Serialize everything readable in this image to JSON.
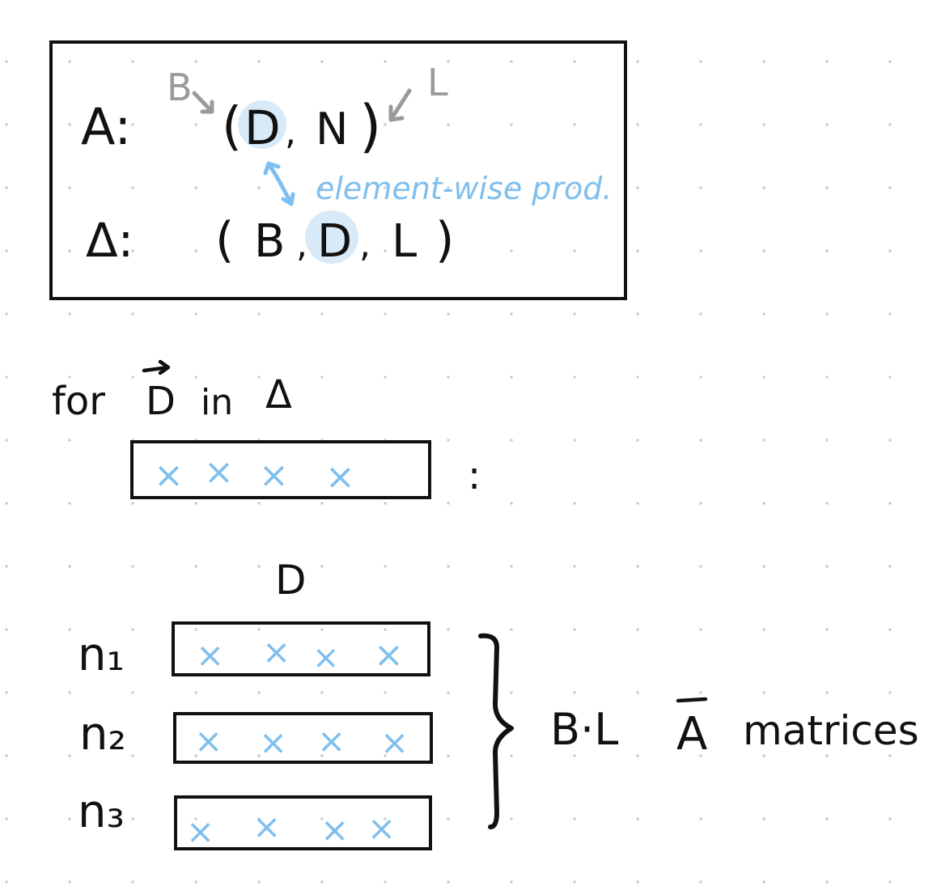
{
  "top_box": {
    "row1_label": "A:",
    "row1_open": "(",
    "row1_d": "D",
    "row1_sep": ",",
    "row1_n": "N",
    "row1_close": ")",
    "note_b": "B",
    "note_l": "L",
    "note_elementwise": "element-wise prod.",
    "row2_label": "Δ:",
    "row2_open": "(",
    "row2_b": "B",
    "row2_sep1": ",",
    "row2_d": "D",
    "row2_sep2": ",",
    "row2_l": "L",
    "row2_close": ")"
  },
  "loop": {
    "for": "for",
    "vec_d": "D",
    "in": "in",
    "delta": "Δ",
    "colon": ":",
    "vector_marks": [
      "×",
      "×",
      "×",
      "×"
    ]
  },
  "matrices": {
    "column_label": "D",
    "rows": [
      {
        "label": "n₁",
        "marks": [
          "×",
          "×",
          "×",
          "×"
        ]
      },
      {
        "label": "n₂",
        "marks": [
          "×",
          "×",
          "×",
          "×"
        ]
      },
      {
        "label": "n₃",
        "marks": [
          "×",
          "×",
          "×",
          "×"
        ]
      }
    ],
    "brace_label_bl": "B·L",
    "brace_label_abar": "A",
    "brace_label_rest": "matrices"
  },
  "colors": {
    "ink": "#111111",
    "annotation_gray": "#9a9a9a",
    "highlight_blue": "#7fbfee",
    "highlight_fill": "#d8eaf8",
    "dot_grid": "#c9c9c9"
  }
}
